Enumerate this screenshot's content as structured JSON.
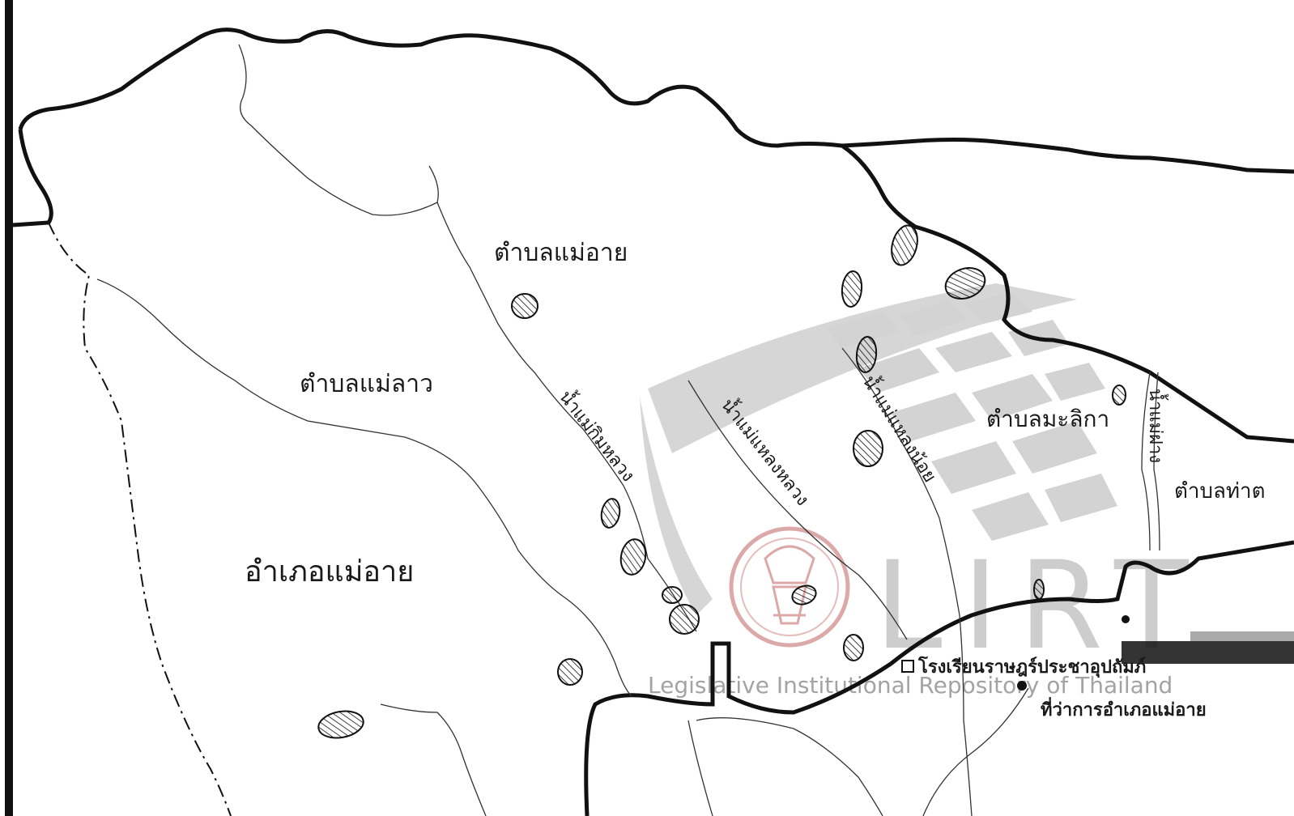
{
  "labels": {
    "mae_ai_subdistrict": "ตำบลแม่อาย",
    "mae_lao_subdistrict": "ตำบลแม่ลาว",
    "mae_ai_district": "อำเภอแม่อาย",
    "malika_subdistrict": "ตำบลมะลิกา",
    "tha_subdistrict_partial": "ตำบลท่าต",
    "school": "โรงเรียนราษฎร์ประชาอุปถัมภ์",
    "district_office": "ที่ว่าการอำเภอแม่อาย"
  },
  "rivers": {
    "mae_kim_luang": "น้ำแม่กิมหลวง",
    "mae_haeng_luang": "น้ำแม่แหลงหลวง",
    "mae_haeng_noi": "น้ำแม่แหลงน้อย",
    "fang_river": "น้ำแม่ฝาง"
  },
  "river_right": "น้ำแม่ฝาง",
  "watermark": {
    "letters": "LIRT",
    "caption": "Legislative Institutional Repository of Thailand"
  },
  "colors": {
    "ink": "#111111",
    "watermark_gray": "#cfcfcf",
    "seal_red": "#d9a0a0"
  }
}
